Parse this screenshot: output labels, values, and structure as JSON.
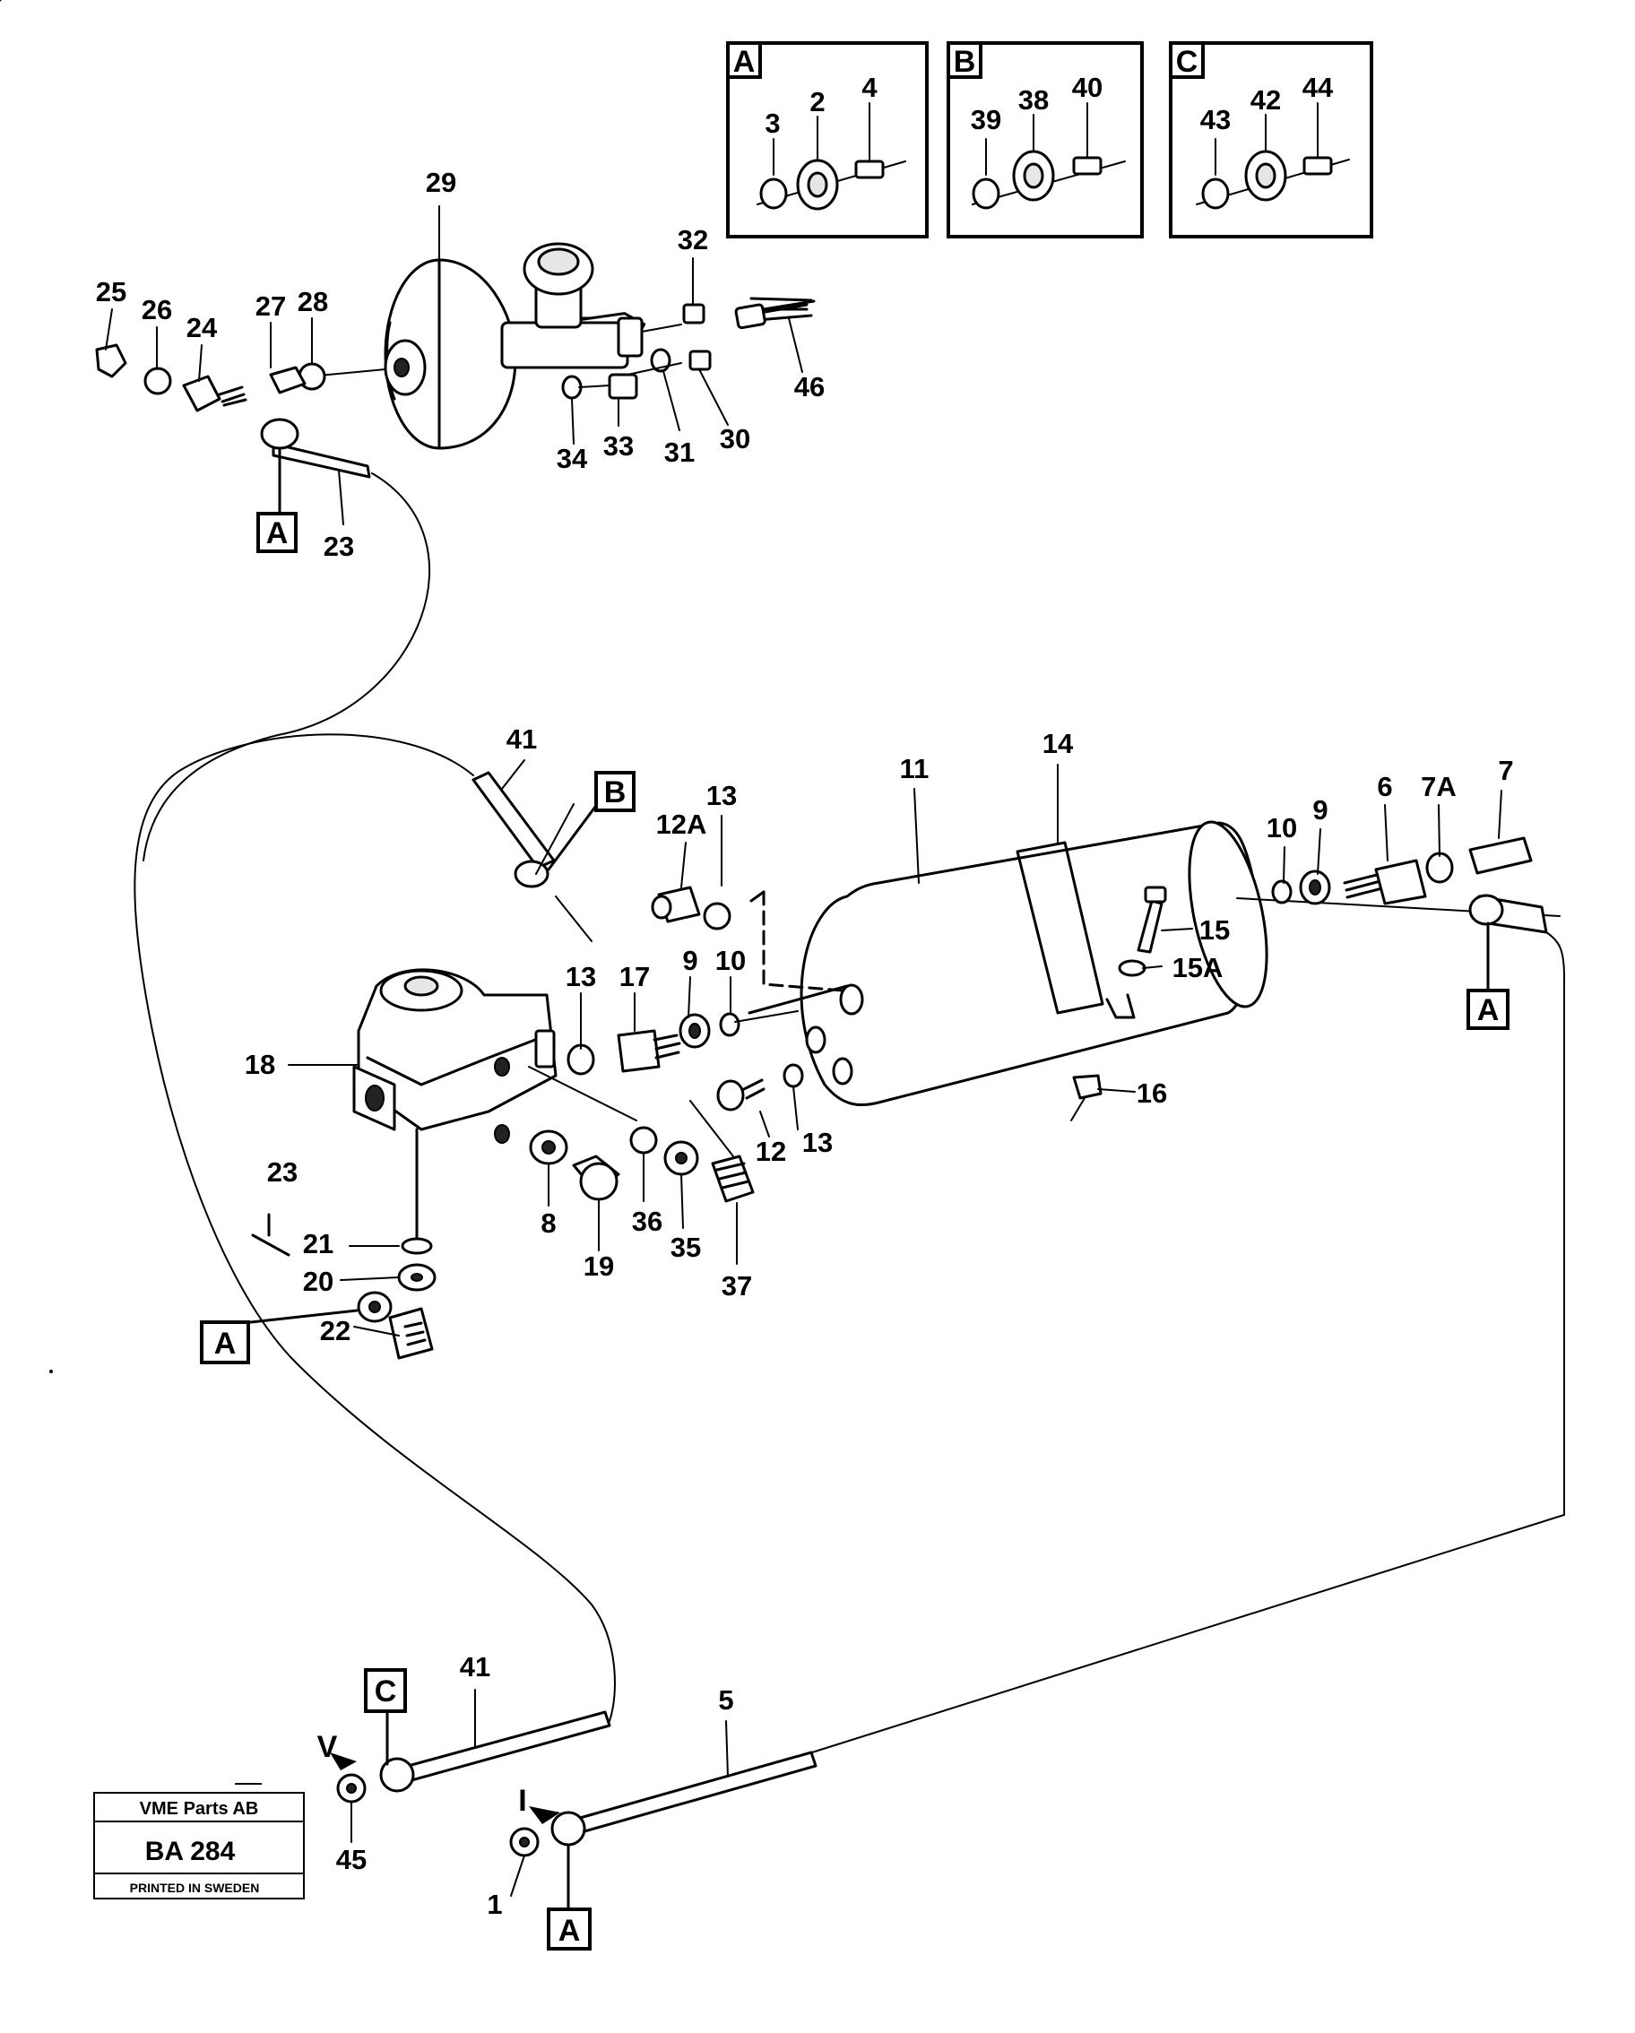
{
  "insets": [
    {
      "letter": "A",
      "parts": [
        "3",
        "2",
        "4"
      ]
    },
    {
      "letter": "B",
      "parts": [
        "39",
        "38",
        "40"
      ]
    },
    {
      "letter": "C",
      "parts": [
        "43",
        "42",
        "44"
      ]
    }
  ],
  "reference_tags": [
    "A",
    "A",
    "A",
    "A",
    "B",
    "C"
  ],
  "direction_marks": [
    "V",
    "I"
  ],
  "part_labels": [
    "25",
    "26",
    "24",
    "27",
    "28",
    "29",
    "32",
    "46",
    "34",
    "33",
    "31",
    "30",
    "23",
    "41",
    "13",
    "12A",
    "11",
    "14",
    "10",
    "9",
    "6",
    "7A",
    "7",
    "15",
    "15A",
    "17",
    "9",
    "10",
    "13",
    "18",
    "12",
    "13",
    "16",
    "8",
    "19",
    "36",
    "35",
    "37",
    "23",
    "21",
    "20",
    "22",
    "41",
    "5",
    "45",
    "1"
  ],
  "footer": {
    "company": "VME Parts AB",
    "code": "BA 284",
    "printed": "PRINTED IN SWEDEN"
  }
}
